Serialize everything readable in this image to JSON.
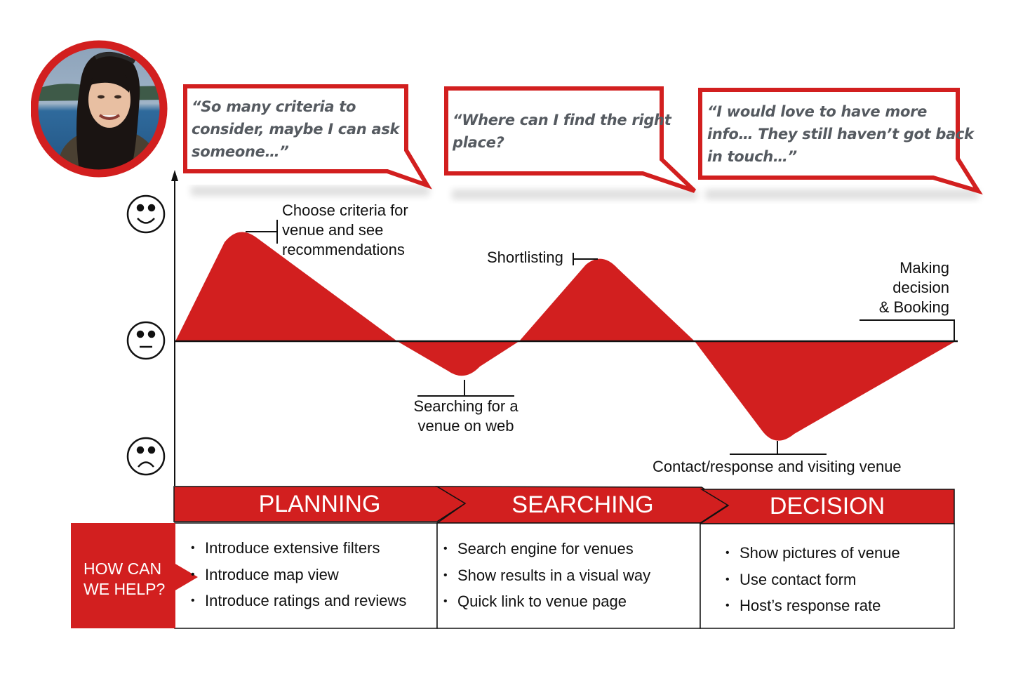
{
  "quotes": [
    {
      "lines": [
        "“So many criteria to",
        "consider, maybe I can ask",
        "someone…”"
      ]
    },
    {
      "lines": [
        "“Where can I find the right",
        "place?"
      ]
    },
    {
      "lines": [
        "“I would love to have more",
        "info… They still haven’t got back",
        "in touch…”"
      ]
    }
  ],
  "emotions": {
    "happy_icon": "happy-face-icon",
    "neutral_icon": "neutral-face-icon",
    "sad_icon": "sad-face-icon"
  },
  "touchpoints": {
    "choose": [
      "Choose criteria for",
      "venue and see",
      "recommendations"
    ],
    "shortlisting": "Shortlisting",
    "making": [
      "Making",
      "decision",
      "& Booking"
    ],
    "searching": [
      "Searching for a",
      "venue on web"
    ],
    "contact": "Contact/response and visiting venue"
  },
  "phases": [
    "PLANNING",
    "SEARCHING",
    "DECISION"
  ],
  "help_label": [
    "HOW CAN",
    "WE HELP?"
  ],
  "help_items": [
    [
      "Introduce extensive filters",
      "Introduce map view",
      "Introduce ratings and reviews"
    ],
    [
      "Search engine for venues",
      "Show results in a visual way",
      "Quick link to venue page"
    ],
    [
      "Show pictures of venue",
      "Use contact form",
      "Host’s response rate"
    ]
  ],
  "colors": {
    "accent": "#d21f1f",
    "quote_text": "#555a60"
  }
}
